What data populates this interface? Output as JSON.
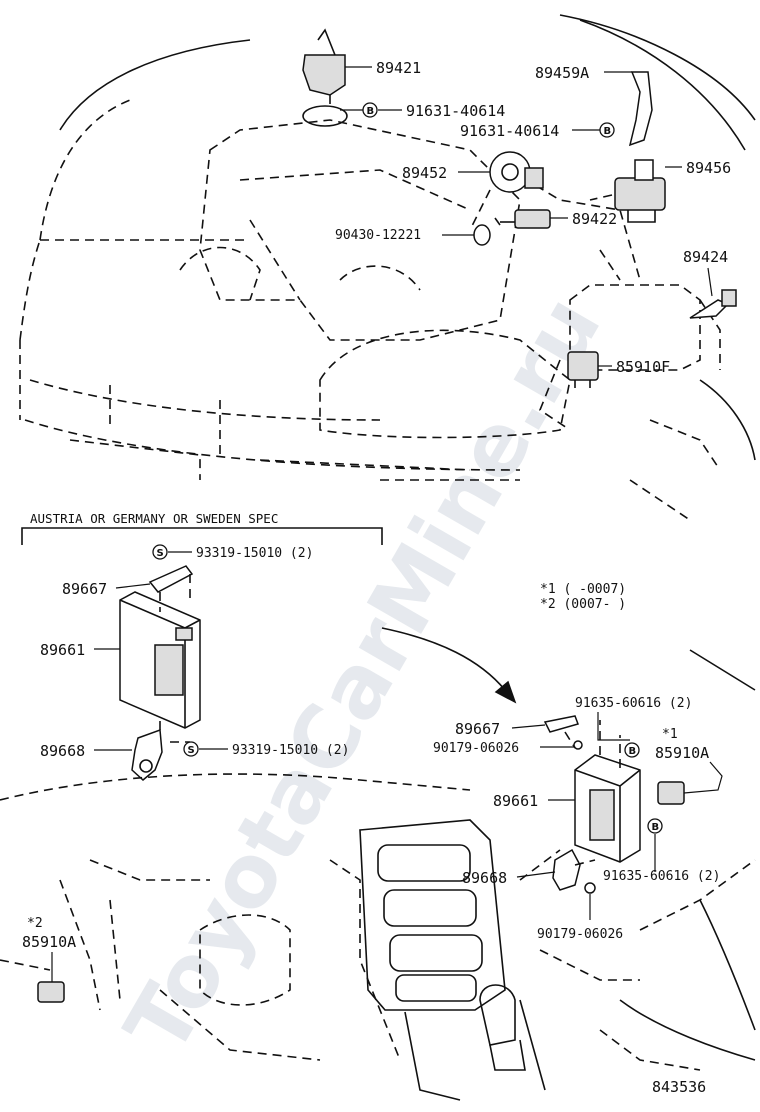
{
  "watermark": "ToyotaCarMine.ru",
  "header_spec": "AUSTRIA OR GERMANY OR SWEDEN SPEC",
  "footnotes": {
    "star1": "*1 (      -0007)",
    "star2": "*2 (0007-      )"
  },
  "figure_number": "843536",
  "clip_symbol_b": "B",
  "clip_symbol_s": "S",
  "parts": {
    "p89421": "89421",
    "p91631_a": "91631-40614",
    "p89459a": "89459A",
    "p91631_b": "91631-40614",
    "p89452": "89452",
    "p89456": "89456",
    "p90430": "90430-12221",
    "p89422": "89422",
    "p89424": "89424",
    "p85910f": "85910F",
    "p93319_a": "93319-15010 (2)",
    "p89667_l": "89667",
    "p89661_l": "89661",
    "p89668_l": "89668",
    "p93319_b": "93319-15010 (2)",
    "p91635_a": "91635-60616 (2)",
    "p89667_r": "89667",
    "p90179_a": "90179-06026",
    "star1_mark": "*1",
    "p85910a_r": "85910A",
    "p89661_r": "89661",
    "p91635_b": "91635-60616 (2)",
    "p89668_r": "89668",
    "p90179_b": "90179-06026",
    "star2_mark": "*2",
    "p85910a_l": "85910A"
  }
}
